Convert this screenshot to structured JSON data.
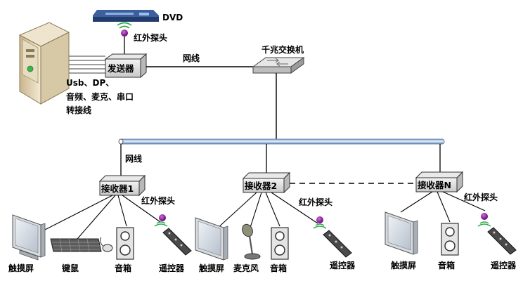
{
  "dvd": {
    "label": "DVD"
  },
  "sender": {
    "label": "发送器",
    "ir_label": "红外探头",
    "ports_line1": "Usb、DP、",
    "ports_line2": "音频、麦克、串口",
    "ports_line3": "转接线"
  },
  "links": {
    "sender_to_switch": "网线",
    "bus_to_receiver1": "网线"
  },
  "switch": {
    "label": "千兆交换机"
  },
  "receivers": [
    {
      "label": "接收器1",
      "ir_label": "红外探头",
      "devices": [
        "触摸屏",
        "键鼠",
        "音箱",
        "遥控器"
      ]
    },
    {
      "label": "接收器2",
      "ir_label": "红外探头",
      "devices": [
        "触摸屏",
        "麦克风",
        "音箱",
        "遥控器"
      ]
    },
    {
      "label": "接收器N",
      "ir_label": "红外探头",
      "devices": [
        "触摸屏",
        "音箱",
        "遥控器"
      ]
    }
  ]
}
